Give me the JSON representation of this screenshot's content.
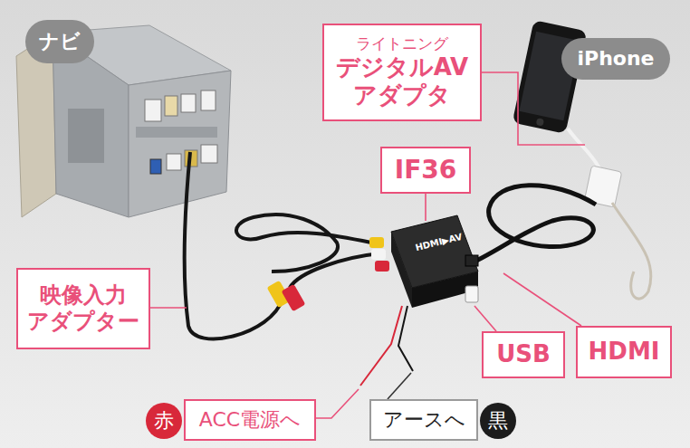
{
  "diagram": {
    "nodes": [
      {
        "text": [
          "ナビ"
        ]
      },
      {
        "text": [
          "ライトニング",
          "デジタルAV アダプタ"
        ]
      },
      {
        "text": [
          "iPhone"
        ]
      },
      {
        "text": [
          "IF36"
        ]
      },
      {
        "text": [
          "映像入力 アダプター"
        ]
      },
      {
        "text": [
          "USB"
        ]
      },
      {
        "text": [
          "HDMI"
        ]
      },
      {
        "text": [
          "赤"
        ]
      },
      {
        "text": [
          "ACC電源へ"
        ]
      },
      {
        "text": [
          "アースへ"
        ]
      },
      {
        "text": [
          "黒"
        ]
      }
    ],
    "labels": [
      "HDMI▶AV"
    ]
  }
}
